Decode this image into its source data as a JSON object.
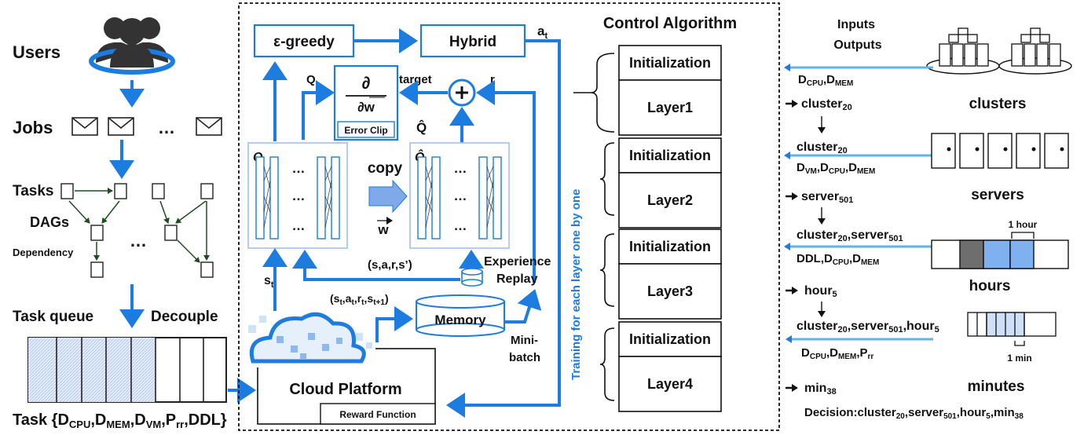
{
  "left": {
    "users": "Users",
    "jobs": "Jobs",
    "ellipsis": "…",
    "tasks": "Tasks",
    "dags": "DAGs",
    "dependency": "Dependency",
    "task_queue": "Task queue",
    "decouple": "Decouple",
    "task_vector": "Task {D_CPU,D_MEM,D_VM,P_rr,DDL}"
  },
  "center": {
    "egreedy": "ε-greedy",
    "hybrid": "Hybrid",
    "a_t": "a_t",
    "q_label": "Q",
    "target": "target",
    "r": "r",
    "error_clip": "Error Clip",
    "q_hat": "Q̂",
    "copy": "copy",
    "w_vec": "w",
    "net_q": "Q",
    "net_q_hat": "Q̂",
    "transition": "(s,a,r,s’)",
    "experience_replay_1": "Experience",
    "experience_replay_2": "Replay",
    "s_t": "s_t",
    "memory_tuple": "(s_t,a_t,r_t,s_t+1)",
    "memory": "Memory",
    "mini_batch_1": "Mini-",
    "mini_batch_2": "batch",
    "cloud_platform": "Cloud Platform",
    "reward_function": "Reward Function",
    "training_vertical": "Training for each layer one by one"
  },
  "control": {
    "title": "Control Algorithm",
    "layers": [
      {
        "init": "Initialization",
        "name": "Layer1"
      },
      {
        "init": "Initialization",
        "name": "Layer2"
      },
      {
        "init": "Initialization",
        "name": "Layer3"
      },
      {
        "init": "Initialization",
        "name": "Layer4"
      }
    ]
  },
  "right": {
    "inputs": "Inputs",
    "outputs": "Outputs",
    "in1": "D_CPU,D_MEM",
    "out1": "cluster_20",
    "clusters": "clusters",
    "in2a": "cluster_20",
    "in2b": "D_VM,D_CPU,D_MEM",
    "out2": "server_501",
    "servers": "servers",
    "in3a": "cluster_20,server_501",
    "in3b": "DDL,D_CPU,D_MEM",
    "one_hour": "1 hour",
    "hours": "hours",
    "out3": "hour_5",
    "in4a": "cluster_20,server_501,hour_5",
    "in4b": "D_CPU,D_MEM,P_rr",
    "one_min": "1 min",
    "out4": "min_38",
    "minutes": "minutes",
    "decision": "Decision:cluster_20,server_501,hour_5,min_38"
  },
  "colors": {
    "accent": "#1c7ce0",
    "light_fill": "#a9c8f5",
    "grey": "#6e6e6e",
    "queue_fill": "#d6e4f7"
  }
}
